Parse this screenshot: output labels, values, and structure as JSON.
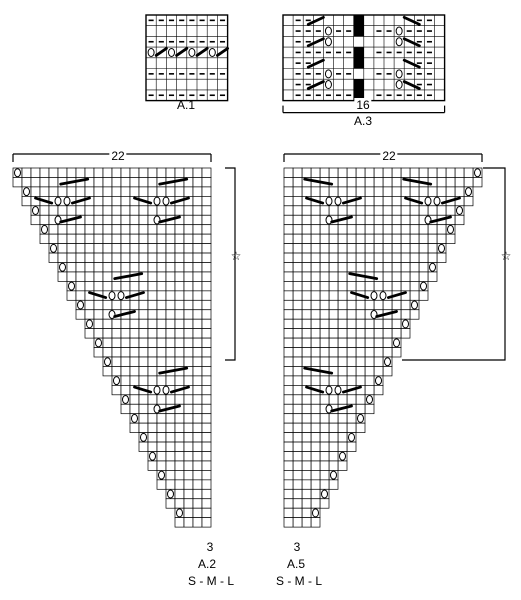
{
  "charts": {
    "a1": {
      "name": "A.1"
    },
    "a3": {
      "name": "A.3",
      "width": "16"
    },
    "a2": {
      "name": "A.2",
      "width_top": "22",
      "width_bottom": "3",
      "sizes": "S - M - L"
    },
    "a5": {
      "name": "A.5",
      "width_top": "22",
      "width_bottom": "3",
      "sizes": "S - M - L"
    }
  },
  "repeat_marker": "☆",
  "legend_symbols": [
    "purl-dash",
    "yarn-over-circle",
    "slanted-decrease",
    "filled-square"
  ]
}
